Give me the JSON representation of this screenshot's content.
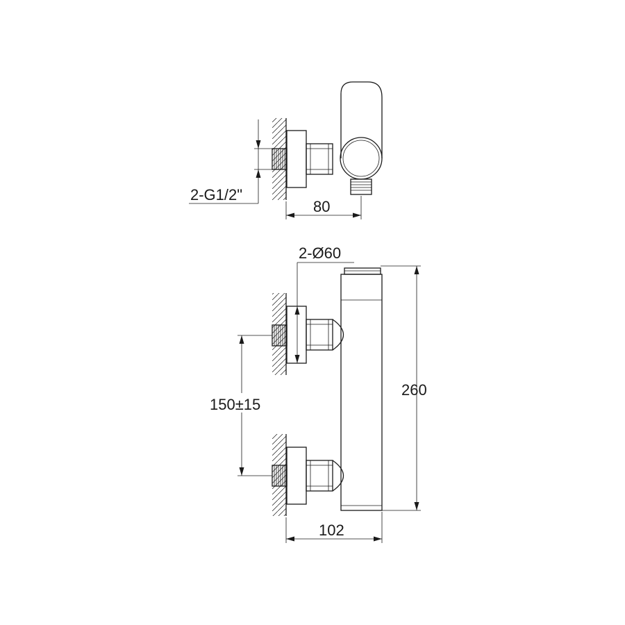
{
  "drawing": {
    "title": "",
    "dimensions": {
      "thread": "2-G1/2\"",
      "depth": "80",
      "flange_diameter": "2-Ø60",
      "height": "260",
      "inlet_spacing": "150±15",
      "width": "102"
    },
    "colors": {
      "line": "#1a1a1a",
      "background": "#ffffff"
    }
  }
}
